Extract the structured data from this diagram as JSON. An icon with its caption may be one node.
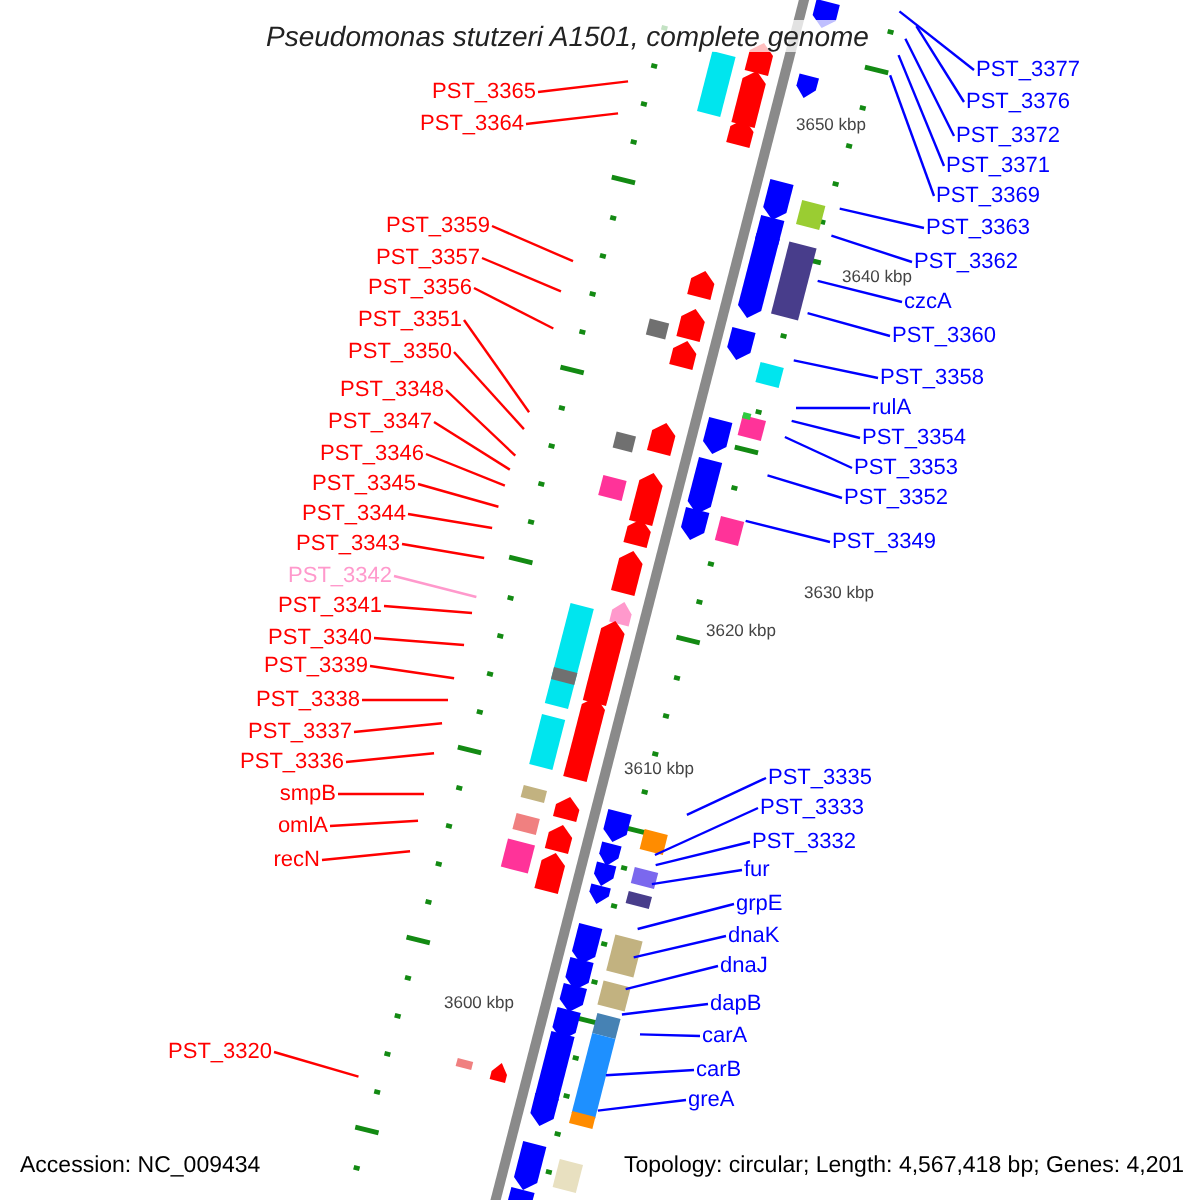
{
  "diagram": {
    "title": "Pseudomonas stutzeri A1501, complete genome",
    "nodes": [
      {
        "text": [
          "PST_3377"
        ]
      },
      {
        "text": [
          "PST_3365"
        ]
      },
      {
        "text": [
          "PST_3376"
        ]
      },
      {
        "text": [
          "PST_3364"
        ]
      },
      {
        "text": [
          "PST_3372"
        ]
      },
      {
        "text": [
          "PST_3371"
        ]
      },
      {
        "text": [
          "PST_3369"
        ]
      },
      {
        "text": [
          "PST_3359"
        ]
      },
      {
        "text": [
          "PST_3363"
        ]
      },
      {
        "text": [
          "PST_3357"
        ]
      },
      {
        "text": [
          "PST_3362"
        ]
      },
      {
        "text": [
          "PST_3356"
        ]
      },
      {
        "text": [
          "czcA"
        ]
      },
      {
        "text": [
          "PST_3351"
        ]
      },
      {
        "text": [
          "PST_3360"
        ]
      },
      {
        "text": [
          "PST_3350"
        ]
      },
      {
        "text": [
          "PST_3358"
        ]
      },
      {
        "text": [
          "PST_3348"
        ]
      },
      {
        "text": [
          "rulA"
        ]
      },
      {
        "text": [
          "PST_3347"
        ]
      },
      {
        "text": [
          "PST_3354"
        ]
      },
      {
        "text": [
          "PST_3346"
        ]
      },
      {
        "text": [
          "PST_3353"
        ]
      },
      {
        "text": [
          "PST_3345"
        ]
      },
      {
        "text": [
          "PST_3352"
        ]
      },
      {
        "text": [
          "PST_3344"
        ]
      },
      {
        "text": [
          "PST_3349"
        ]
      },
      {
        "text": [
          "PST_3343"
        ]
      },
      {
        "text": [
          "PST_3342"
        ]
      },
      {
        "text": [
          "PST_3341"
        ]
      },
      {
        "text": [
          "PST_3340"
        ]
      },
      {
        "text": [
          "PST_3339"
        ]
      },
      {
        "text": [
          "PST_3338"
        ]
      },
      {
        "text": [
          "PST_3337"
        ]
      },
      {
        "text": [
          "PST_3336"
        ]
      },
      {
        "text": [
          "PST_3335"
        ]
      },
      {
        "text": [
          "smpB"
        ]
      },
      {
        "text": [
          "PST_3333"
        ]
      },
      {
        "text": [
          "omlA"
        ]
      },
      {
        "text": [
          "PST_3332"
        ]
      },
      {
        "text": [
          "recN"
        ]
      },
      {
        "text": [
          "fur"
        ]
      },
      {
        "text": [
          "grpE"
        ]
      },
      {
        "text": [
          "dnaK"
        ]
      },
      {
        "text": [
          "dnaJ"
        ]
      },
      {
        "text": [
          "dapB"
        ]
      },
      {
        "text": [
          "carA"
        ]
      },
      {
        "text": [
          "PST_3320"
        ]
      },
      {
        "text": [
          "carB"
        ]
      },
      {
        "text": [
          "greA"
        ]
      }
    ],
    "edges": [
      {
        "from": 0,
        "to": null,
        "arrow": "none"
      },
      {
        "from": 1,
        "to": null,
        "arrow": "none",
        "color": "#ff0000"
      },
      {
        "from": 2,
        "to": null,
        "arrow": "none"
      },
      {
        "from": 3,
        "to": null,
        "arrow": "none",
        "color": "#ff0000"
      },
      {
        "from": 4,
        "to": null,
        "arrow": "none"
      },
      {
        "from": 5,
        "to": null,
        "arrow": "none"
      },
      {
        "from": 6,
        "to": null,
        "arrow": "none"
      },
      {
        "from": 7,
        "to": null,
        "arrow": "none",
        "color": "#ff0000"
      },
      {
        "from": 8,
        "to": null,
        "arrow": "none"
      },
      {
        "from": 9,
        "to": null,
        "arrow": "none",
        "color": "#ff0000"
      },
      {
        "from": 10,
        "to": null,
        "arrow": "none"
      },
      {
        "from": 11,
        "to": null,
        "arrow": "none",
        "color": "#ff0000"
      },
      {
        "from": 12,
        "to": null,
        "arrow": "none"
      },
      {
        "from": 13,
        "to": null,
        "arrow": "none",
        "color": "#ff0000"
      },
      {
        "from": 14,
        "to": null,
        "arrow": "none"
      },
      {
        "from": 15,
        "to": null,
        "arrow": "none",
        "color": "#ff0000"
      },
      {
        "from": 16,
        "to": null,
        "arrow": "none"
      },
      {
        "from": 17,
        "to": null,
        "arrow": "none",
        "color": "#ff0000"
      },
      {
        "from": 18,
        "to": null,
        "arrow": "none"
      },
      {
        "from": 19,
        "to": null,
        "arrow": "none",
        "color": "#ff0000"
      },
      {
        "from": 20,
        "to": null,
        "arrow": "none"
      },
      {
        "from": 21,
        "to": null,
        "arrow": "none",
        "color": "#ff0000"
      },
      {
        "from": 22,
        "to": null,
        "arrow": "none"
      },
      {
        "from": 23,
        "to": null,
        "arrow": "none",
        "color": "#ff0000"
      },
      {
        "from": 24,
        "to": null,
        "arrow": "none"
      },
      {
        "from": 25,
        "to": null,
        "arrow": "none",
        "color": "#ff0000"
      },
      {
        "from": 26,
        "to": null,
        "arrow": "none"
      },
      {
        "from": 27,
        "to": null,
        "arrow": "none",
        "color": "#ff0000"
      },
      {
        "from": 28,
        "to": null,
        "arrow": "none",
        "color": "#ff99cc"
      },
      {
        "from": 29,
        "to": null,
        "arrow": "none",
        "color": "#ff0000"
      },
      {
        "from": 30,
        "to": null,
        "arrow": "none",
        "color": "#ff0000"
      },
      {
        "from": 31,
        "to": null,
        "arrow": "none",
        "color": "#ff0000"
      },
      {
        "from": 32,
        "to": null,
        "arrow": "none",
        "color": "#ff0000"
      },
      {
        "from": 33,
        "to": null,
        "arrow": "none",
        "color": "#ff0000"
      },
      {
        "from": 34,
        "to": null,
        "arrow": "none",
        "color": "#ff0000"
      },
      {
        "from": 35,
        "to": null,
        "arrow": "none"
      },
      {
        "from": 36,
        "to": null,
        "arrow": "none",
        "color": "#ff0000"
      },
      {
        "from": 37,
        "to": null,
        "arrow": "none"
      },
      {
        "from": 38,
        "to": null,
        "arrow": "none",
        "color": "#ff0000"
      },
      {
        "from": 39,
        "to": null,
        "arrow": "none"
      },
      {
        "from": 40,
        "to": null,
        "arrow": "none",
        "color": "#ff0000"
      },
      {
        "from": 41,
        "to": null,
        "arrow": "none"
      },
      {
        "from": 42,
        "to": null,
        "arrow": "none"
      },
      {
        "from": 43,
        "to": null,
        "arrow": "none"
      },
      {
        "from": 44,
        "to": null,
        "arrow": "none"
      },
      {
        "from": 45,
        "to": null,
        "arrow": "none"
      },
      {
        "from": 46,
        "to": null,
        "arrow": "none"
      },
      {
        "from": 47,
        "to": null,
        "arrow": "none",
        "color": "#ff0000"
      },
      {
        "from": 48,
        "to": null,
        "arrow": "none"
      },
      {
        "from": 49,
        "to": null,
        "arrow": "none"
      }
    ],
    "labels": [
      "3650 kbp",
      "3640 kbp",
      "3630 kbp",
      "3620 kbp",
      "3610 kbp",
      "3600 kbp",
      "Accession: NC_009434",
      "Topology: circular; Length: 4,567,418 bp; Genes: 4,201"
    ]
  }
}
